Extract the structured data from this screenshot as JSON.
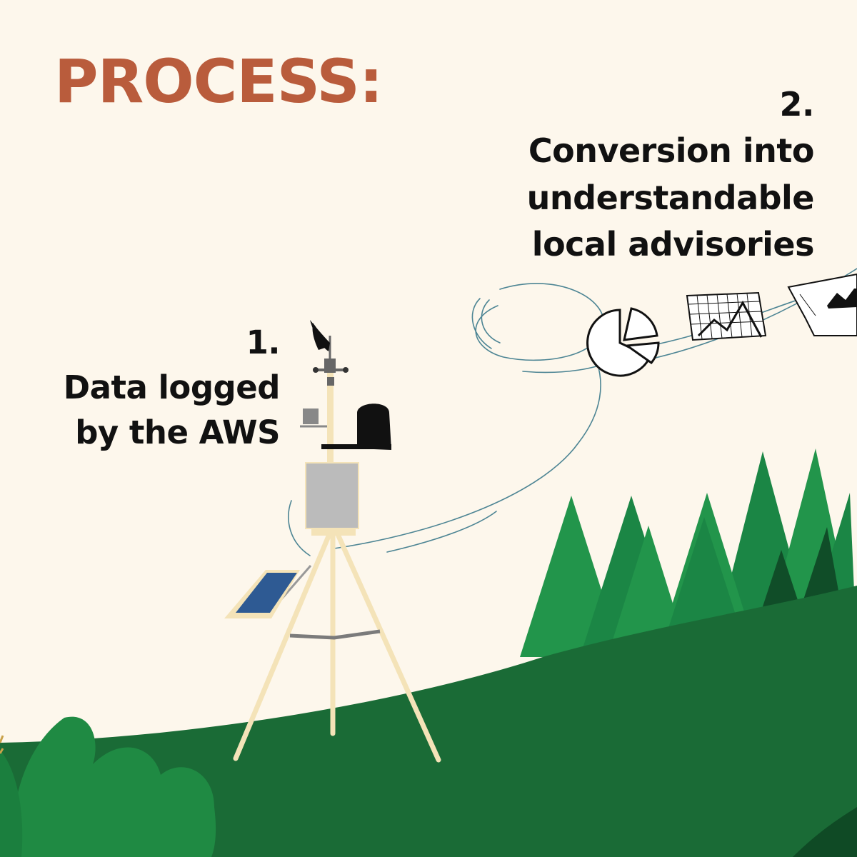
{
  "title": "PROCESS:",
  "steps": [
    {
      "number": "1.",
      "lines": [
        "Data logged",
        "by the AWS"
      ]
    },
    {
      "number": "2.",
      "lines": [
        "Conversion into",
        "understandable",
        "local advisories"
      ]
    }
  ],
  "colors": {
    "background": "#fdf7ec",
    "title": "#b95c3c",
    "text": "#111111",
    "hill": "#1a6b36",
    "tree_light": "#22954b",
    "tree_mid": "#1b8645",
    "tree_dark": "#104d28",
    "tripod": "#f4e3b8",
    "solar_panel": "#2e5a93",
    "enclosure": "#bbbbbb",
    "wind_line": "#4d8594"
  },
  "icons": [
    "weather-station-icon",
    "wind-vane-icon",
    "rain-gauge-icon",
    "solar-panel-icon",
    "pie-chart-icon",
    "line-graph-icon",
    "report-document-icon"
  ]
}
